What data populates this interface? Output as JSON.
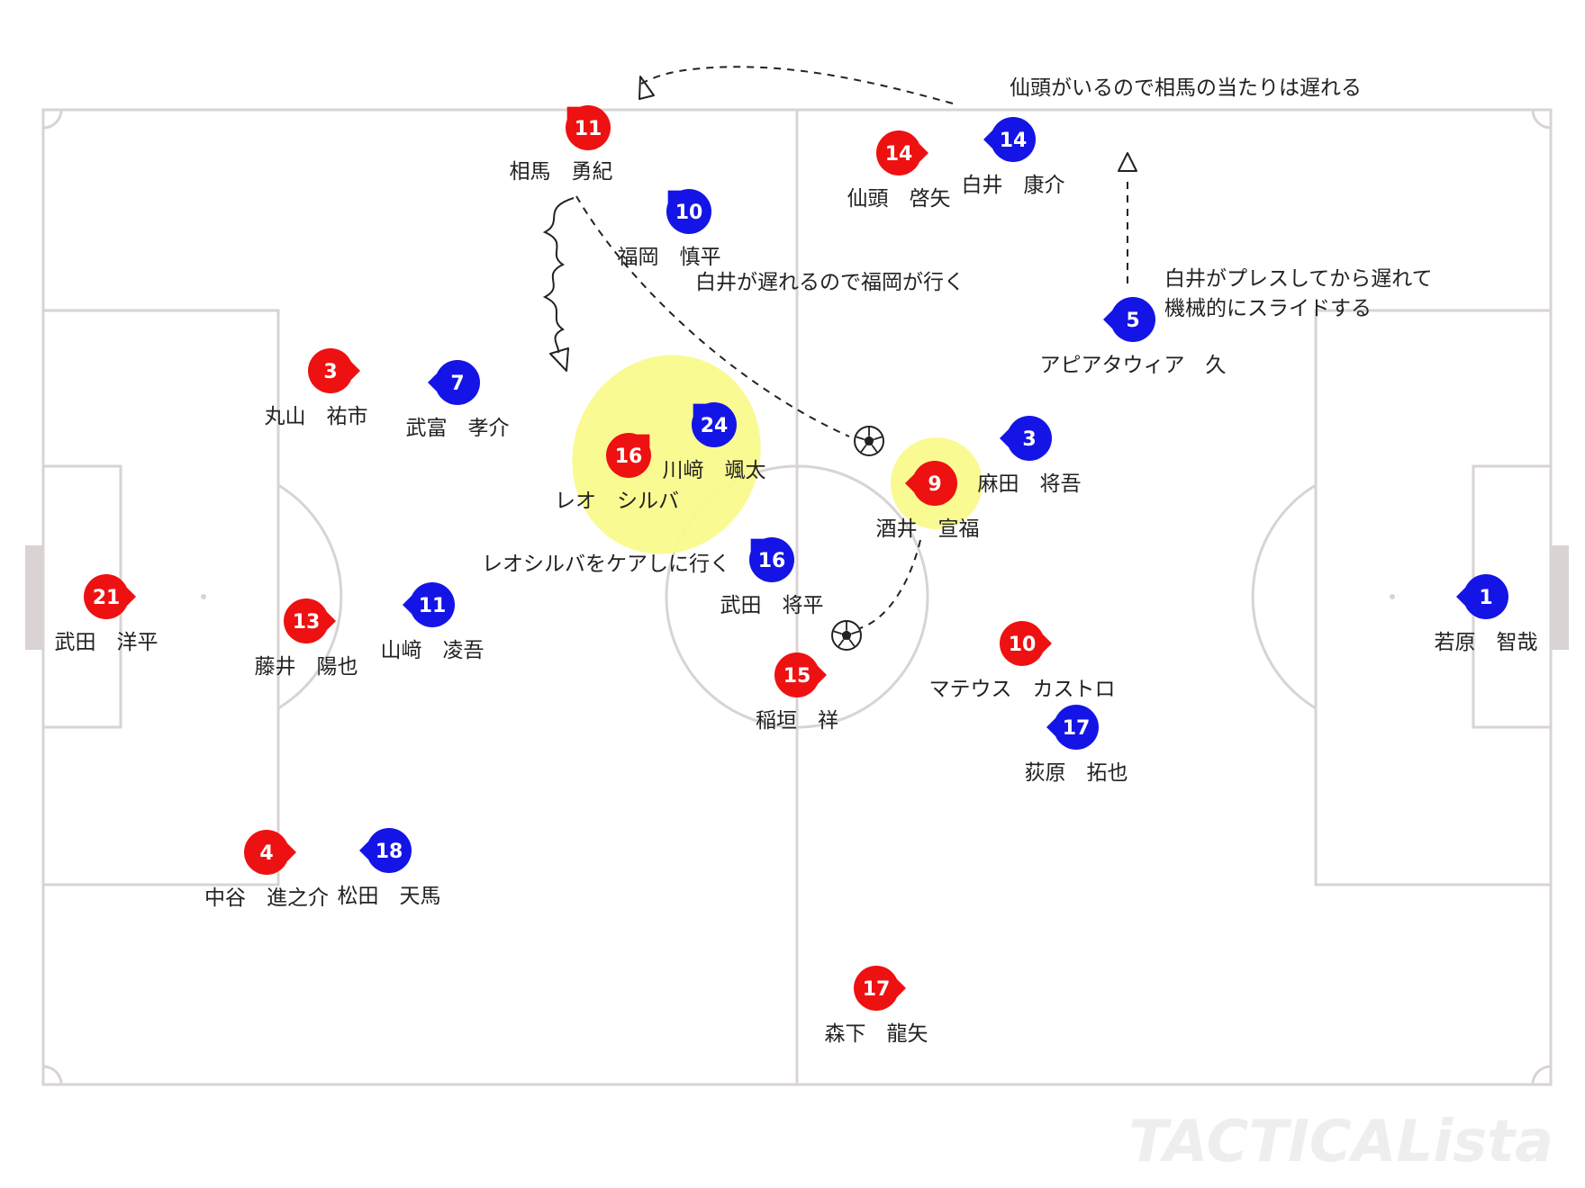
{
  "colors": {
    "red_team": "#ee1111",
    "blue_team": "#1414e6",
    "pitch_line": "#d9d3d3",
    "highlight": "#fafa8c",
    "background": "#ffffff"
  },
  "red_players": [
    {
      "number": "11",
      "name": "相馬　勇紀"
    },
    {
      "number": "14",
      "name": "仙頭　啓矢"
    },
    {
      "number": "3",
      "name": "丸山　祐市"
    },
    {
      "number": "16",
      "name": "レオ　シルバ"
    },
    {
      "number": "9",
      "name": "酒井　宣福"
    },
    {
      "number": "21",
      "name": "武田　洋平"
    },
    {
      "number": "13",
      "name": "藤井　陽也"
    },
    {
      "number": "10",
      "name": "マテウス　カストロ"
    },
    {
      "number": "15",
      "name": "稲垣　祥"
    },
    {
      "number": "4",
      "name": "中谷　進之介"
    },
    {
      "number": "17",
      "name": "森下　龍矢"
    }
  ],
  "blue_players": [
    {
      "number": "14",
      "name": "白井　康介"
    },
    {
      "number": "10",
      "name": "福岡　慎平"
    },
    {
      "number": "5",
      "name": "アピアタウィア　久"
    },
    {
      "number": "7",
      "name": "武富　孝介"
    },
    {
      "number": "24",
      "name": "川﨑　颯太"
    },
    {
      "number": "3",
      "name": "麻田　将吾"
    },
    {
      "number": "16",
      "name": "武田　将平"
    },
    {
      "number": "11",
      "name": "山﨑　凌吾"
    },
    {
      "number": "1",
      "name": "若原　智哉"
    },
    {
      "number": "17",
      "name": "荻原　拓也"
    },
    {
      "number": "18",
      "name": "松田　天馬"
    }
  ],
  "annotations": {
    "top_note": "仙頭がいるので相馬の当たりは遅れる",
    "fukuoka_note": "白井が遅れるので福岡が行く",
    "shirai_note_line1": "白井がプレスしてから遅れて",
    "shirai_note_line2": "機械的にスライドする",
    "leo_note": "レオシルバをケアしに行く"
  },
  "watermark": "TACTICALista"
}
